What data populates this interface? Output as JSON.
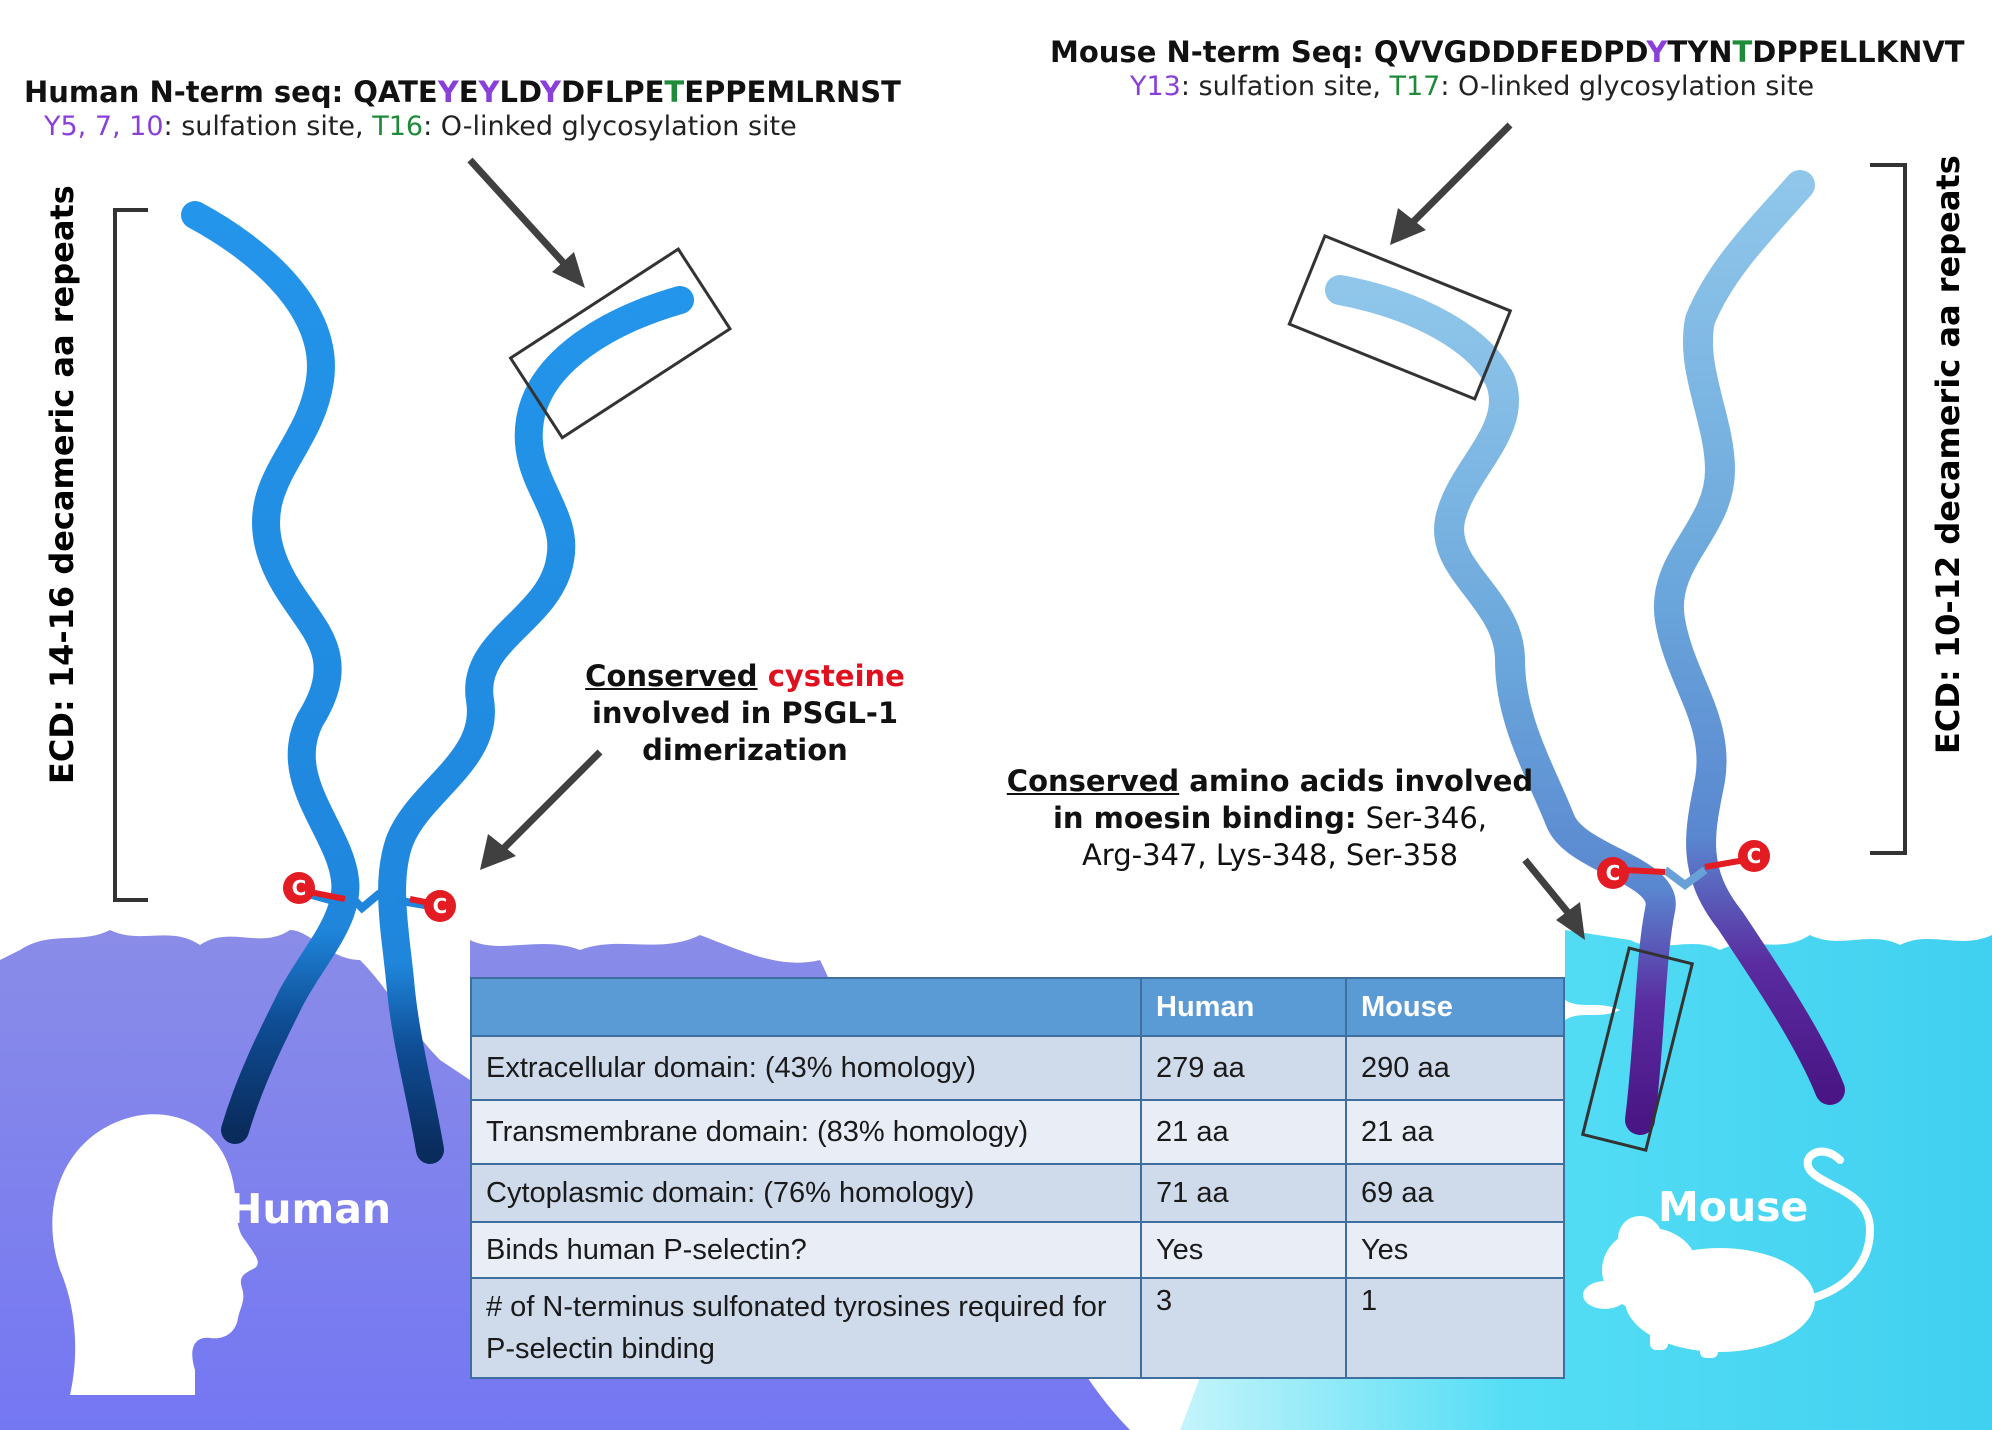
{
  "human_annotation": {
    "seq_label": "Human N-term seq: ",
    "seq_parts": [
      {
        "text": "QATE",
        "color": "#111111"
      },
      {
        "text": "Y",
        "color": "#8a3fd8"
      },
      {
        "text": "E",
        "color": "#111111"
      },
      {
        "text": "Y",
        "color": "#8a3fd8"
      },
      {
        "text": "LD",
        "color": "#111111"
      },
      {
        "text": "Y",
        "color": "#8a3fd8"
      },
      {
        "text": "DFLPE",
        "color": "#111111"
      },
      {
        "text": "T",
        "color": "#1e8a3a"
      },
      {
        "text": "EPPEMLRNST",
        "color": "#111111"
      }
    ],
    "sulfation_ids": "Y5, 7, 10",
    "sulfation_text": ": sulfation site, ",
    "glyco_id": "T16",
    "glyco_text": ": O-linked glycosylation site"
  },
  "mouse_annotation": {
    "seq_label": "Mouse N-term Seq: ",
    "seq_parts": [
      {
        "text": "QVVGDDDFEDPD",
        "color": "#111111"
      },
      {
        "text": "Y",
        "color": "#8a3fd8"
      },
      {
        "text": "TYN",
        "color": "#111111"
      },
      {
        "text": "T",
        "color": "#1e8a3a"
      },
      {
        "text": "DPPELLKNVT",
        "color": "#111111"
      }
    ],
    "sulfation_ids": "Y13",
    "sulfation_text": ": sulfation site, ",
    "glyco_id": "T17",
    "glyco_text": ": O-linked glycosylation site"
  },
  "ecd_left_label": "ECD: 14-16 decameric  aa repeats",
  "ecd_right_label": "ECD: 10-12 decameric  aa repeats",
  "cysteine_note": {
    "underlined": "Conserved",
    "red_word": "cysteine",
    "line2": "involved in PSGL-1",
    "line3": "dimerization"
  },
  "moesin_note": {
    "underlined": "Conserved",
    "bold_rest": " amino acids involved",
    "line2_bold": "in moesin binding:",
    "line2_plain": " Ser-346,",
    "line3": "Arg-347, Lys-348, Ser-358"
  },
  "cysteine_symbol": "C",
  "species": {
    "human": "Human",
    "mouse": "Mouse"
  },
  "table": {
    "headers": [
      "",
      "Human",
      "Mouse"
    ],
    "rows": [
      [
        "Extracellular domain: (43% homology)",
        "279 aa",
        "290 aa"
      ],
      [
        "Transmembrane domain:  (83% homology)",
        "21 aa",
        "21 aa"
      ],
      [
        "Cytoplasmic domain:  (76% homology)",
        "71 aa",
        "69 aa"
      ],
      [
        "Binds human P-selectin?",
        "Yes",
        "Yes"
      ],
      [
        "# of N-terminus sulfonated tyrosines required for P-selectin binding",
        "3",
        "1"
      ]
    ]
  },
  "colors": {
    "human_strand": "#1f8de6",
    "human_strand_dark": "#0a2f62",
    "mouse_strand": "#6fb2e0",
    "mouse_strand_dark": "#4b1b86",
    "human_membrane": "#7d7ff0",
    "mouse_membrane": "#3fd6f2",
    "cysteine": "#e31b23",
    "table_header": "#5b9bd5"
  }
}
